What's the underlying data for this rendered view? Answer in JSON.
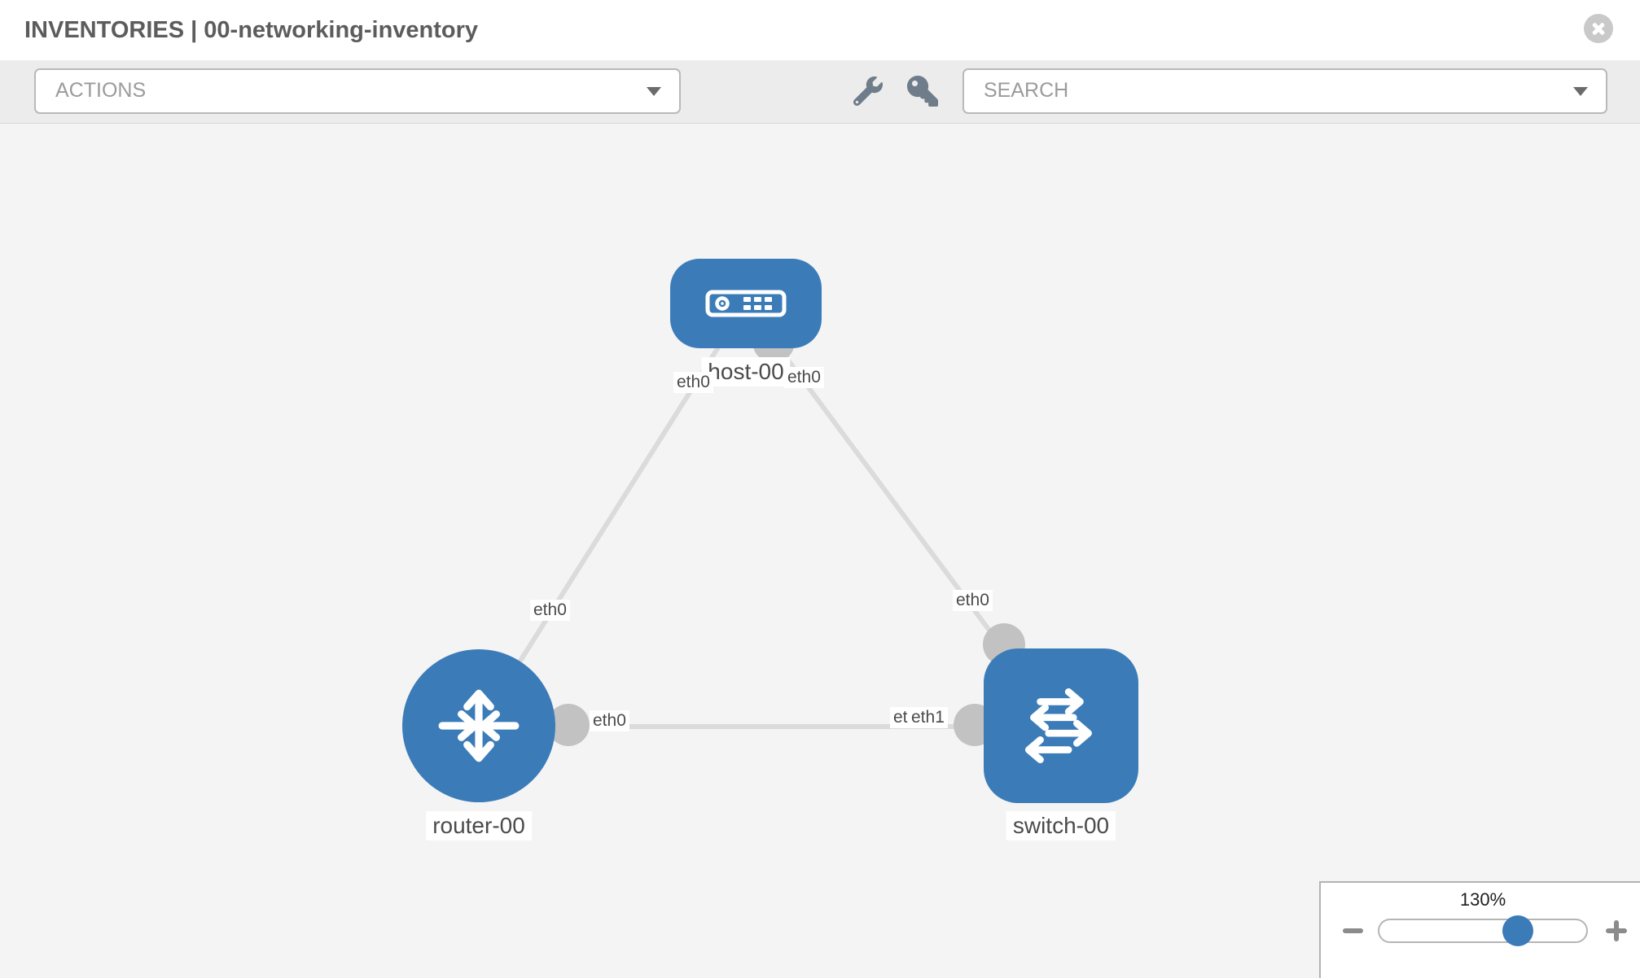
{
  "header": {
    "title": "INVENTORIES | 00-networking-inventory"
  },
  "toolbar": {
    "actions_label": "ACTIONS",
    "search_label": "SEARCH"
  },
  "topology": {
    "nodes": [
      {
        "id": "host-00",
        "type": "host",
        "label": "host-00"
      },
      {
        "id": "router-00",
        "type": "router",
        "label": "router-00"
      },
      {
        "id": "switch-00",
        "type": "switch",
        "label": "switch-00"
      }
    ],
    "links": [
      {
        "from": "host-00",
        "from_interface": "eth0",
        "to": "router-00",
        "to_interface": "eth0"
      },
      {
        "from": "host-00",
        "from_interface": "eth0",
        "to": "switch-00",
        "to_interface": "eth0"
      },
      {
        "from": "router-00",
        "from_interface": "eth0",
        "to": "switch-00",
        "to_interface": "eth1"
      }
    ],
    "interface_labels": {
      "host_to_router_at_host": "eth0",
      "host_to_router_at_router": "eth0",
      "host_to_switch_at_host": "eth0",
      "host_to_switch_at_switch": "eth0",
      "router_to_switch_at_router": "eth0",
      "router_to_switch_at_switch_under": "eth0",
      "router_to_switch_at_switch_over": "eth1"
    }
  },
  "zoom_control": {
    "value": "130%"
  },
  "icons": {
    "close": "x-circle",
    "wrench": "wrench",
    "key": "key",
    "dropdown": "chevron-down",
    "zoom_out": "minus",
    "zoom_in": "plus"
  },
  "colors": {
    "node_blue": "#3b7cb8",
    "link_gray": "#dbdbdb",
    "connector_gray": "#c2c2c2",
    "toolbar_bg": "#ececec",
    "canvas_bg": "#f4f4f4"
  }
}
